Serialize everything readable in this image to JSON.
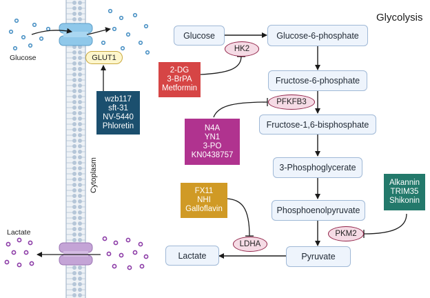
{
  "diagram": {
    "title": "Glycolysis",
    "pathway": {
      "glucose": "Glucose",
      "g6p": "Glucose-6-phosphate",
      "f6p": "Fructose-6-phosphate",
      "f16bp": "Fructose-1,6-bisphosphate",
      "pg3": "3-Phosphoglycerate",
      "pep": "Phosphoenolpyruvate",
      "pyruvate": "Pyruvate",
      "lactate": "Lactate"
    },
    "enzymes": {
      "hk2": "HK2",
      "pfkfb3": "PFKFB3",
      "pkm2": "PKM2",
      "ldha": "LDHA"
    },
    "inhibitors": {
      "hk2": [
        "2-DG",
        "3-BrPA",
        "Metformin"
      ],
      "glut1": [
        "wzb117",
        "sft-31",
        "NV-5440",
        "Phloretin"
      ],
      "pfkfb3": [
        "N4A",
        "YN1",
        "3-PO",
        "KN0438757"
      ],
      "ldha": [
        "FX11",
        "NHI",
        "Galloflavin"
      ],
      "pkm2": [
        "Alkannin",
        "TRIM35",
        "Shikonin"
      ]
    },
    "membrane": {
      "transporter": "GLUT1",
      "cytoplasm_label": "Cytoplasm",
      "glucose_label": "Glucose",
      "lactate_label": "Lactate"
    },
    "colors": {
      "hk2_inhibitor": "#d64545",
      "glut1_inhibitor": "#1b4f6e",
      "pfkfb3_inhibitor": "#b0338f",
      "ldha_inhibitor": "#d09a25",
      "pkm2_inhibitor": "#23796b",
      "glucose_particle": "#4a91c4",
      "lactate_particle": "#8b3aa6"
    }
  }
}
